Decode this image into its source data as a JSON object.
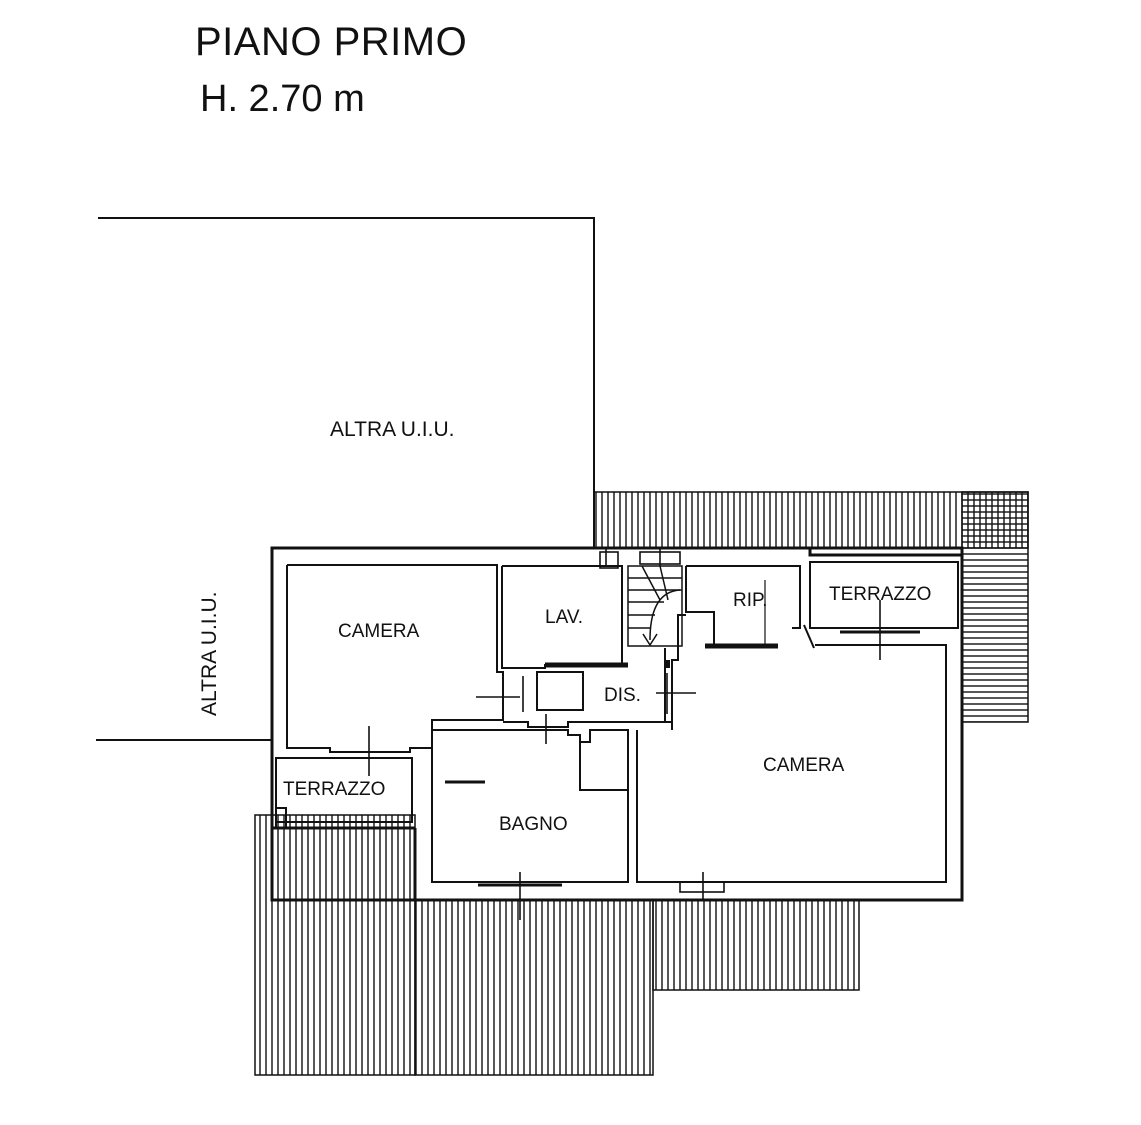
{
  "header": {
    "title": "PIANO PRIMO",
    "height": "H. 2.70 m"
  },
  "labels": {
    "other_unit_top": "ALTRA U.I.U.",
    "other_unit_left": "ALTRA U.I.U.",
    "bedroom_left": "CAMERA",
    "bedroom_right": "CAMERA",
    "laundry": "LAV.",
    "storage": "RIP.",
    "hall": "DIS.",
    "bathroom": "BAGNO",
    "terrace_left": "TERRAZZO",
    "terrace_right": "TERRAZZO"
  },
  "colors": {
    "ink": "#111111",
    "paper": "#ffffff"
  }
}
